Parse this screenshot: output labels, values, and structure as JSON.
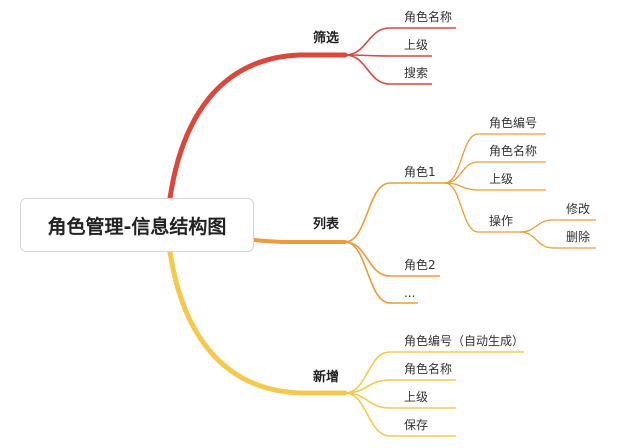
{
  "root": {
    "title": "角色管理-信息结构图"
  },
  "branches": [
    {
      "label": "筛选",
      "color": "#d9483b",
      "children": [
        {
          "label": "角色名称"
        },
        {
          "label": "上级"
        },
        {
          "label": "搜索"
        }
      ]
    },
    {
      "label": "列表",
      "color": "#ee9a3a",
      "children": [
        {
          "label": "角色1",
          "children": [
            {
              "label": "角色编号"
            },
            {
              "label": "角色名称"
            },
            {
              "label": "上级"
            },
            {
              "label": "操作",
              "children": [
                {
                  "label": "修改"
                },
                {
                  "label": "删除"
                }
              ]
            }
          ]
        },
        {
          "label": "角色2"
        },
        {
          "label": "..."
        }
      ]
    },
    {
      "label": "新增",
      "color": "#f5c94e",
      "children": [
        {
          "label": "角色编号（自动生成）"
        },
        {
          "label": "角色名称"
        },
        {
          "label": "上级"
        },
        {
          "label": "保存"
        }
      ]
    }
  ]
}
